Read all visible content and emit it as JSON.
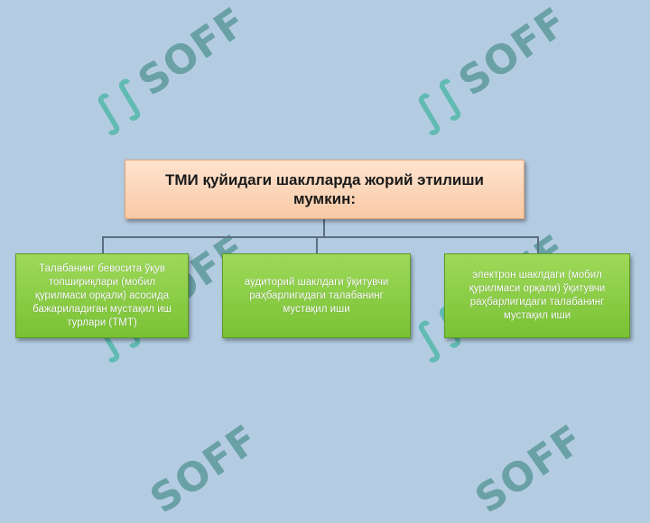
{
  "diagram": {
    "root": {
      "text": "ТМИ қуйидаги шаклларда жорий этилиши мумкин:"
    },
    "children": [
      {
        "text": "Талабанинг бевосита ўқув топшириқлари (мобил қурилмаси орқали) асосида бажариладиган мустақил иш турлари (ТМТ)"
      },
      {
        "text": "аудиторий шаклдаги ўқитувчи раҳбарлигидаги талабанинг мустақил иши"
      },
      {
        "text": "электрон шаклдаги (мобил қурилмаси орқали) ўқитувчи раҳбарлигидаги талабанинг мустақил иши"
      }
    ]
  },
  "watermark": {
    "text": "SOFF",
    "mark": "∫∫"
  },
  "colors": {
    "background": "#b4cce2",
    "root_fill": "#fbd5b8",
    "child_fill": "#8ccf47",
    "connector": "#5c6f82"
  }
}
